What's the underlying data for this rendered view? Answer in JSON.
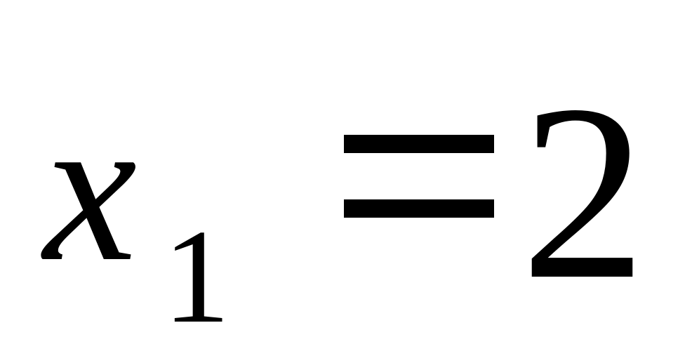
{
  "equation": {
    "variable": "x",
    "subscript": "1",
    "operator": "=",
    "value": "2"
  }
}
